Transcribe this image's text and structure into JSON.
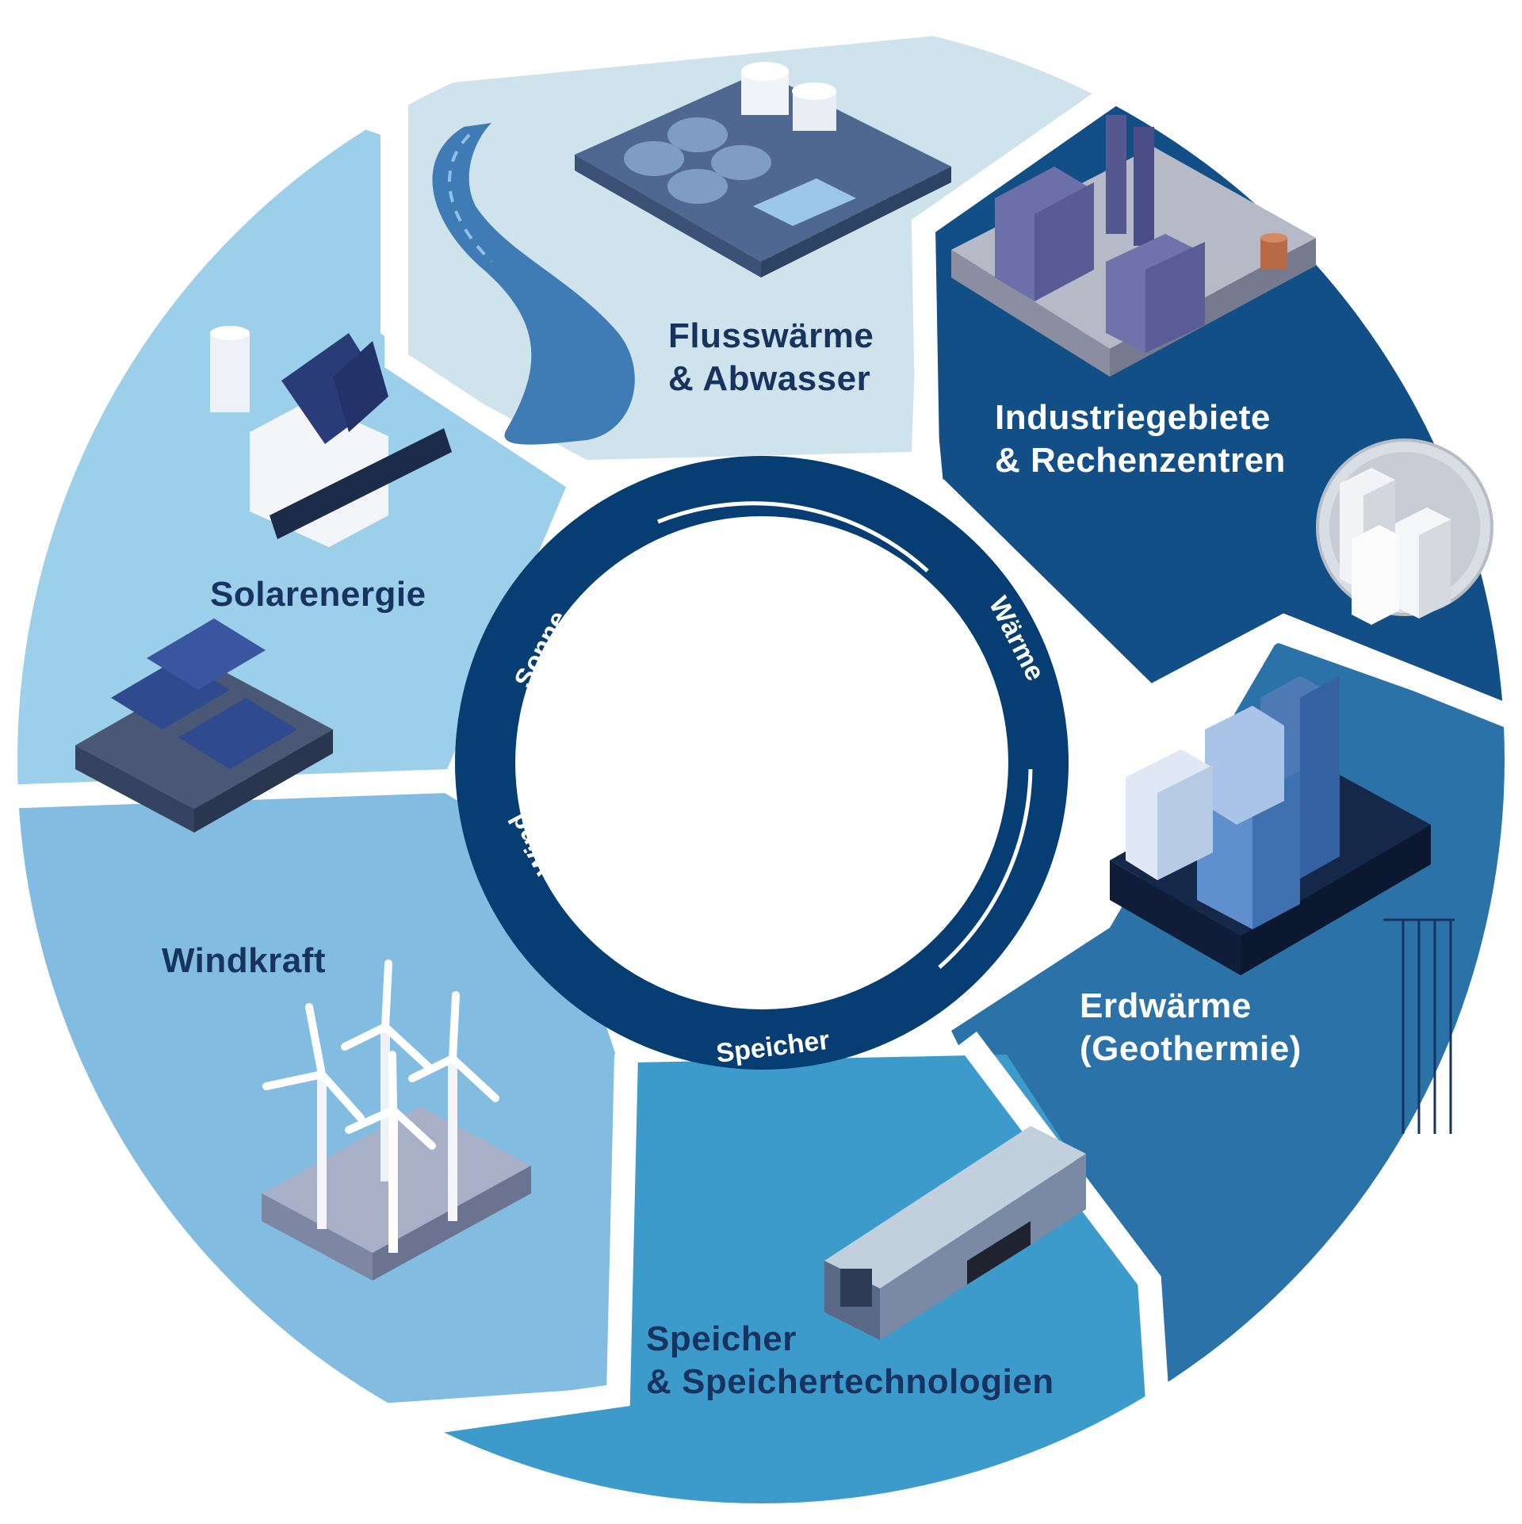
{
  "segments": {
    "fluss": {
      "line1": "Flusswärme",
      "line2": "& Abwasser",
      "color": "#cfe3ec"
    },
    "industrie": {
      "line1": "Industriegebiete",
      "line2": "& Rechenzentren",
      "color": "#114f86"
    },
    "erdwaerme": {
      "line1": "Erdwärme",
      "line2": "(Geothermie)",
      "color": "#2a72a7"
    },
    "speicher": {
      "line1": "Speicher",
      "line2": "& Speichertechnologien",
      "color": "#3d9bcc"
    },
    "windkraft": {
      "line1": "Windkraft",
      "color": "#82bde1"
    },
    "solar": {
      "line1": "Solarenergie",
      "color": "#9bcfea"
    }
  },
  "ring": {
    "sonne": "Sonne",
    "waerme": "Wärme",
    "speicher": "Speicher",
    "wind": "Wind",
    "color": "#063e73"
  },
  "icons": {
    "fluss": "river-water-treatment-icon",
    "industrie": "factory-icon",
    "datacenter": "server-rack-icon",
    "erdwaerme": "city-geothermal-icon",
    "speicher": "battery-container-icon",
    "windkraft": "wind-turbines-icon",
    "solar": "solar-house-panels-icon"
  }
}
